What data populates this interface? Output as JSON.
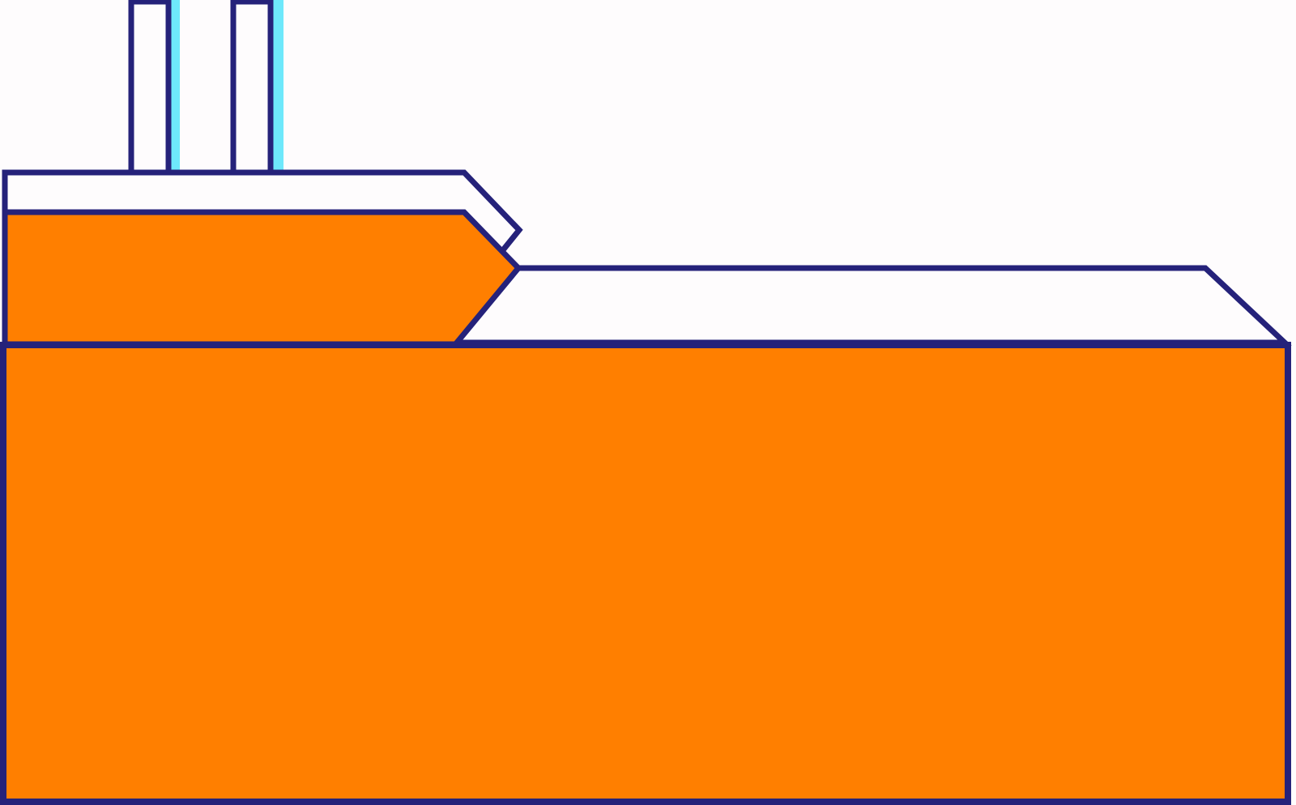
{
  "colors": {
    "background": "#fefcfd",
    "outline": "#25227a",
    "orange": "#ff7f00",
    "light_fill": "#fefcfd",
    "cyan_accent": "#6ee8fb"
  },
  "shapes": {
    "left_pipe": "pipe",
    "right_pipe": "pipe",
    "upper_tier": "polygon",
    "upper_orange_block": "polygon",
    "lower_light_tier": "polygon",
    "base_orange_block": "rectangle"
  }
}
